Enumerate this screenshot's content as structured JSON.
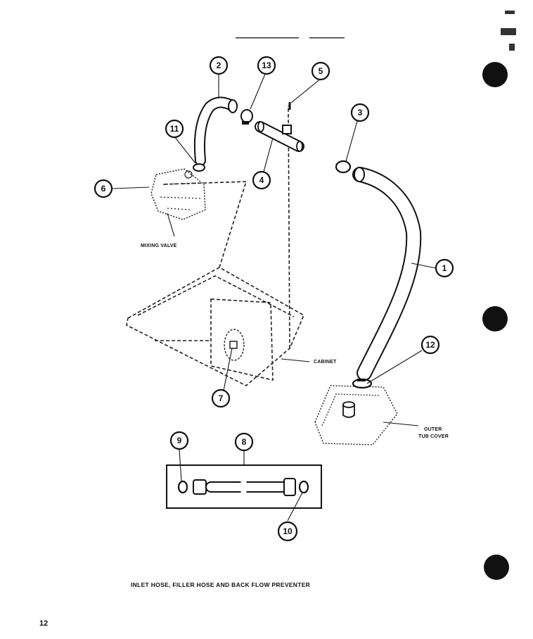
{
  "callouts": [
    "1",
    "2",
    "3",
    "4",
    "5",
    "6",
    "7",
    "8",
    "9",
    "10",
    "11",
    "12",
    "13"
  ],
  "labels": {
    "mixing_valve": "MIXING VALVE",
    "cabinet": "CABINET",
    "outer_tub_cover_line1": "OUTER",
    "outer_tub_cover_line2": "TUB COVER"
  },
  "caption": "INLET HOSE, FILLER HOSE AND BACK FLOW PREVENTER",
  "page_number": "12"
}
